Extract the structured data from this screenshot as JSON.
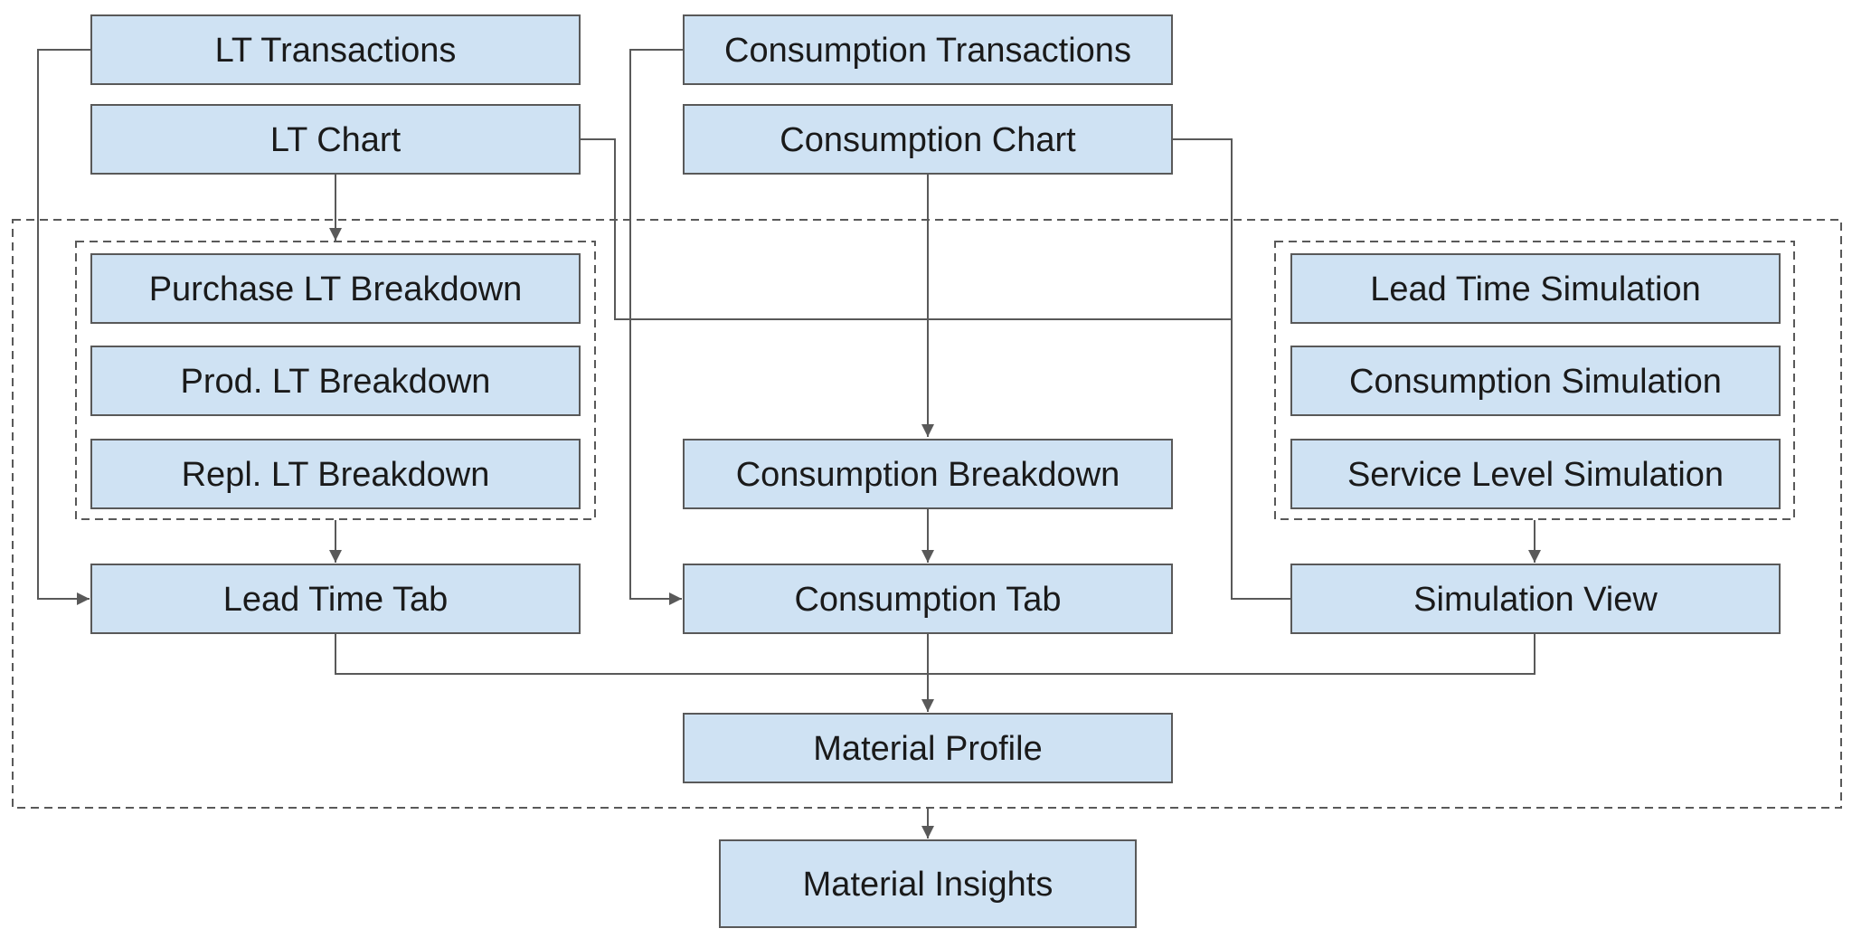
{
  "diagram": {
    "line_color": "#595959",
    "box_fill": "#cfe2f3",
    "nodes": {
      "lt_transactions": "LT Transactions",
      "consumption_transactions": "Consumption Transactions",
      "lt_chart": "LT Chart",
      "consumption_chart": "Consumption Chart",
      "purchase_lt_breakdown": "Purchase LT Breakdown",
      "prod_lt_breakdown": "Prod. LT Breakdown",
      "repl_lt_breakdown": "Repl. LT Breakdown",
      "lead_time_simulation": "Lead Time Simulation",
      "consumption_simulation": "Consumption Simulation",
      "service_level_simulation": "Service Level Simulation",
      "consumption_breakdown": "Consumption Breakdown",
      "lead_time_tab": "Lead Time Tab",
      "consumption_tab": "Consumption Tab",
      "simulation_view": "Simulation View",
      "material_profile": "Material Profile",
      "material_insights": "Material Insights"
    }
  }
}
